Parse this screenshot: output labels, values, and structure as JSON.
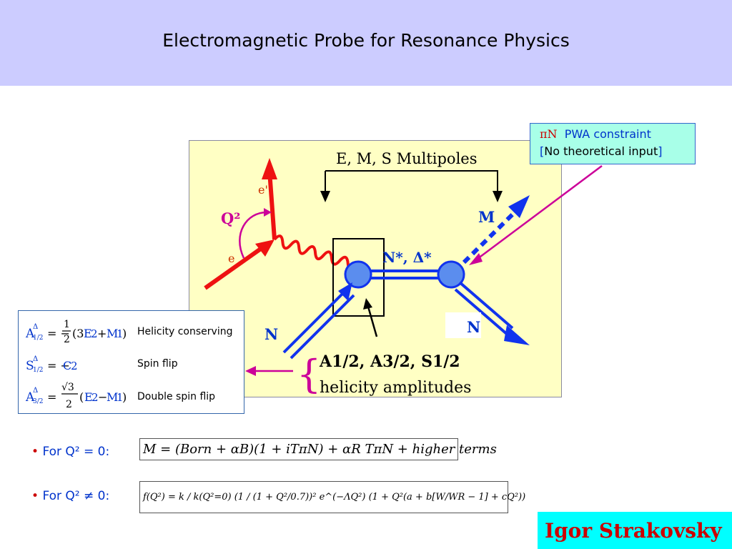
{
  "title": "Electromagnetic Probe for Resonance Physics",
  "diagram": {
    "multipoles": "E, M, S  Multipoles",
    "q2": "Q²",
    "e_prime": "e'",
    "e": "e",
    "m": "M",
    "resonance": "N*, Δ*",
    "n_in": "N",
    "n_out": "N",
    "amplitudes": "A1/2, A3/2, S1/2",
    "helicity": "helicity amplitudes",
    "brace": "{"
  },
  "constraint": {
    "pi_n": "πN",
    "pwa": "PWA constraint",
    "bracket_open": "[",
    "no_input": "No theoretical input",
    "bracket_close": "]"
  },
  "formulas": {
    "labels": [
      "Helicity conserving",
      "Spin flip",
      "Double spin flip"
    ]
  },
  "bullets": {
    "b1_text": "For Q² = 0:",
    "b2_text": "For Q² ≠ 0:",
    "eq1": "M = (Born + αB)(1 + iTπN) + αR TπN + higher terms",
    "eq2": "f(Q²) = k / k(Q²=0) (1 / (1 + Q²/0.7))² e^(−ΛQ²) (1 + Q²(a + b[W/WR − 1] + cQ²))"
  },
  "author": "Igor Strakovsky",
  "colors": {
    "header": "#ccccff",
    "diagram_bg": "#ffffc4",
    "constraint_bg": "#a8ffe8",
    "author_bg": "#00ffff",
    "author_text": "#cc0000",
    "blue": "#0033cc",
    "red": "#ee1111",
    "magenta": "#cc0099"
  }
}
